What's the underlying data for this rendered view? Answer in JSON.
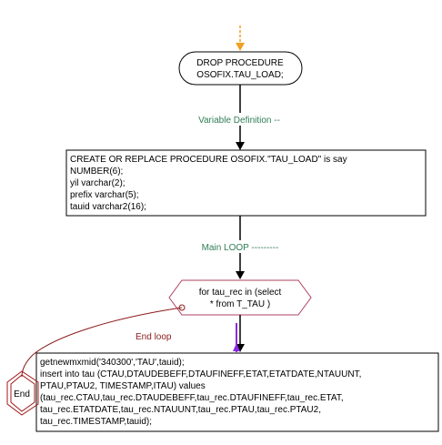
{
  "flowchart": {
    "drop_node": {
      "lines": [
        "DROP PROCEDURE",
        "OSOFIX.TAU_LOAD;"
      ]
    },
    "var_def_label": "Variable Definition --",
    "create_node": {
      "lines": [
        "CREATE OR REPLACE PROCEDURE OSOFIX.\"TAU_LOAD\" is say",
        "NUMBER(6);",
        "yil varchar(2);",
        "prefix  varchar(5);",
        "tauid varchar2(16);"
      ]
    },
    "main_loop_label": "Main LOOP  ---------",
    "loop_node": {
      "lines": [
        "for tau_rec in (select",
        "* from T_TAU )"
      ]
    },
    "end_loop_label": "End loop",
    "body_node": {
      "lines": [
        "getnewmxmid('340300','TAU',tauid);",
        "insert into tau (CTAU,DTAUDEBEFF,DTAUFINEFF,ETAT,ETATDATE,NTAUUNT,",
        "PTAU,PTAU2, TIMESTAMP,ITAU) values",
        "(tau_rec.CTAU,tau_rec.DTAUDEBEFF,tau_rec.DTAUFINEFF,tau_rec.ETAT,",
        "tau_rec.ETATDATE,tau_rec.NTAUUNT,tau_rec.PTAU,tau_rec.PTAU2,",
        "tau_rec.TIMESTAMP,tauid);"
      ]
    },
    "end_node": {
      "label": "End"
    },
    "colors": {
      "start_arrow": "#f0a020",
      "flow_arrow": "#000000",
      "loop_node_border": "#b04060",
      "loop_node_fill": "#ffffff",
      "loop_back_arrow": "#8a2be2",
      "end_loop_line": "#8b1a1a",
      "end_node_border": "#a01818",
      "label_green": "#2e7d55",
      "label_red": "#8b1a1a"
    }
  }
}
